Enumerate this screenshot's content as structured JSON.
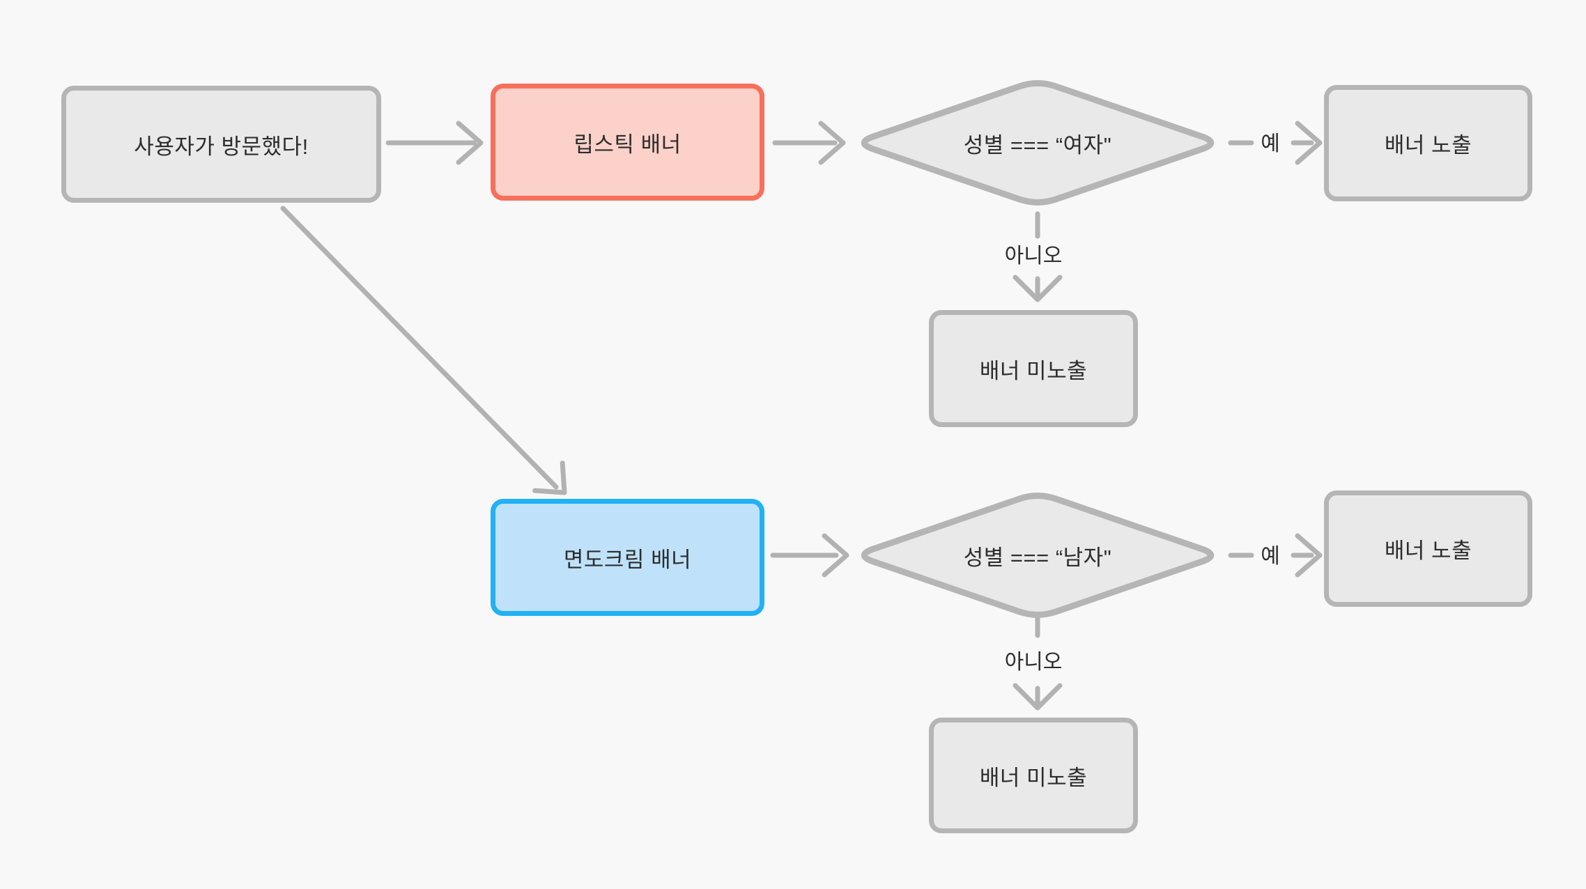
{
  "diagram": {
    "type": "flowchart",
    "colors": {
      "background": "#f8f8f8",
      "node_fill_gray": "#e9e9e9",
      "node_border_gray": "#b5b5b5",
      "node_fill_red": "#fcd1c9",
      "node_border_red": "#f8705c",
      "node_fill_blue": "#bfe2fa",
      "node_border_blue": "#21b1f5",
      "edge": "#b2b2b2",
      "text": "#2c2c2c"
    },
    "nodes": {
      "start": {
        "label": "사용자가 방문했다!"
      },
      "lipstick_banner": {
        "label": "립스틱 배너"
      },
      "female_check": {
        "label": "성별 === “여자\""
      },
      "banner_shown_female": {
        "label": "배너 노출"
      },
      "banner_hidden_female": {
        "label": "배너 미노출"
      },
      "shaving_banner": {
        "label": "면도크림 배너"
      },
      "male_check": {
        "label": "성별 === “남자\""
      },
      "banner_shown_male": {
        "label": "배너 노출"
      },
      "banner_hidden_male": {
        "label": "배너 미노출"
      }
    },
    "edge_labels": {
      "female_yes": "예",
      "female_no": "아니오",
      "male_yes": "예",
      "male_no": "아니오"
    }
  }
}
